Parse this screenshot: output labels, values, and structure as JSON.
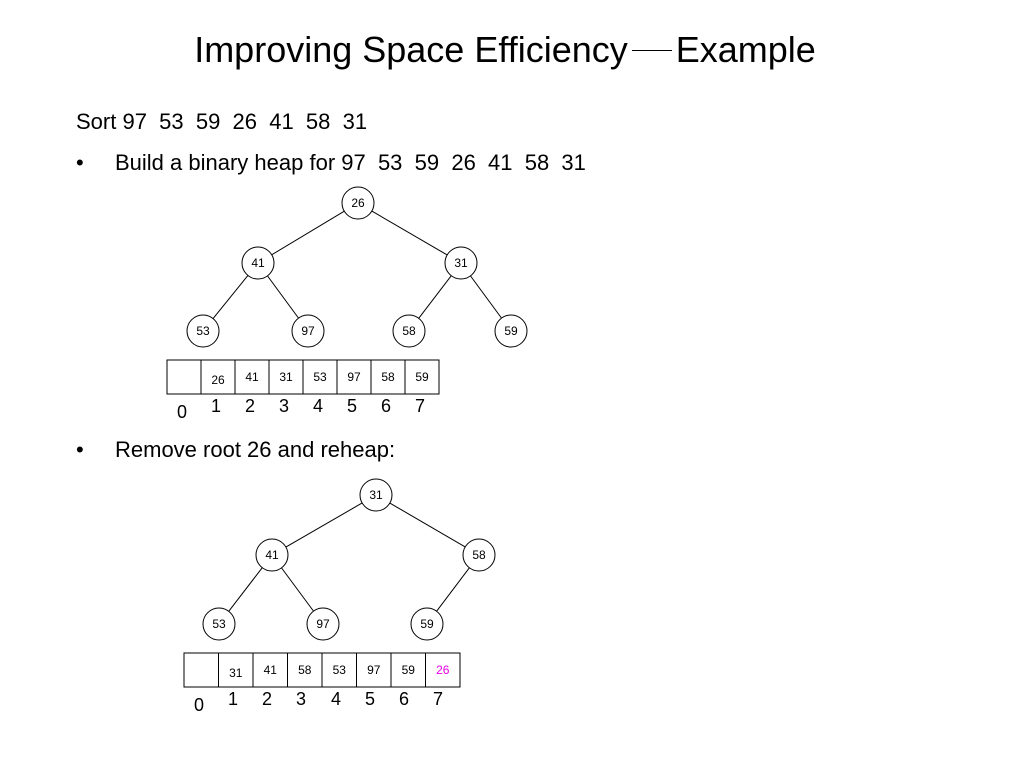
{
  "slide": {
    "title_left": "Improving Space Efficiency",
    "title_right": "Example",
    "sort_line": "Sort 97  53  59  26  41  58  31",
    "bullet_char": "•",
    "bullet1": "Build a binary heap for 97  53  59  26  41  58  31",
    "bullet2": "Remove root 26 and reheap:"
  },
  "colors": {
    "text": "#000000",
    "highlight": "#e600e6"
  },
  "heap1": {
    "nodes": [
      "26",
      "41",
      "31",
      "53",
      "97",
      "58",
      "59"
    ],
    "array": [
      "",
      "26",
      "41",
      "31",
      "53",
      "97",
      "58",
      "59"
    ],
    "highlight": [],
    "indices": [
      "0",
      "1",
      "2",
      "3",
      "4",
      "5",
      "6",
      "7"
    ]
  },
  "heap2": {
    "nodes": [
      "31",
      "41",
      "58",
      "53",
      "97",
      "59"
    ],
    "array": [
      "",
      "31",
      "41",
      "58",
      "53",
      "97",
      "59",
      "26"
    ],
    "highlight": [
      7
    ],
    "indices": [
      "0",
      "1",
      "2",
      "3",
      "4",
      "5",
      "6",
      "7"
    ]
  }
}
